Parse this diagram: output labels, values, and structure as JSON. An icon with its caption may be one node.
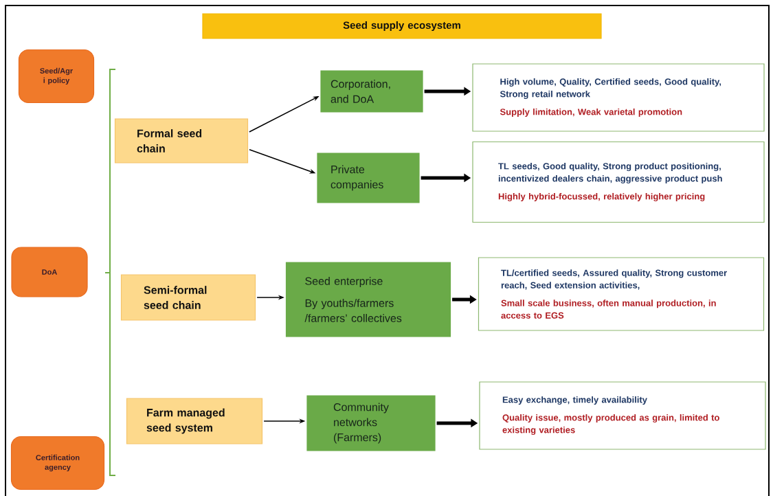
{
  "diagram": {
    "nodes": [
      {
        "text": [
          "Seed supply ecosystem"
        ]
      },
      {
        "text": [
          "Seed/Agr i policy"
        ]
      },
      {
        "text": [
          "DoA"
        ]
      },
      {
        "text": [
          "Certification agency"
        ]
      },
      {
        "text": [
          "Formal seed chain"
        ]
      },
      {
        "text": [
          "Corporation, and DoA"
        ]
      },
      {
        "text": [
          "Private companies"
        ]
      },
      {
        "text": [
          "High volume, Quality, Certified seeds, Good quality, Strong retail network",
          "Supply limitation, Weak varietal promotion"
        ]
      },
      {
        "text": [
          "TL seeds, Good quality, Strong product positioning, incentivized dealers chain, aggressive product push",
          "Highly hybrid-focussed, relatively higher pricing"
        ]
      },
      {
        "text": [
          "Semi-formal seed chain"
        ]
      },
      {
        "text": [
          "Seed enterprise",
          "By youths/farmers /farmers’ collectives"
        ]
      },
      {
        "text": [
          "TL/certified seeds, Assured quality, Strong customer reach, Seed extension activities,",
          "Small scale business, often manual production, in access to EGS"
        ]
      },
      {
        "text": [
          "Farm managed seed system"
        ]
      },
      {
        "text": [
          "Community networks (Farmers)"
        ]
      },
      {
        "text": [
          "Easy exchange, timely availability",
          "Quality issue, mostly produced as grain, limited to existing varieties"
        ]
      }
    ],
    "edges": [
      {
        "from": 4,
        "to": 5,
        "arrow": "to"
      },
      {
        "from": 4,
        "to": 6,
        "arrow": "to"
      },
      {
        "from": 5,
        "to": 7,
        "arrow": "to",
        "style": "thick"
      },
      {
        "from": 6,
        "to": 8,
        "arrow": "to",
        "style": "thick"
      },
      {
        "from": 9,
        "to": 10,
        "arrow": "to"
      },
      {
        "from": 10,
        "to": 11,
        "arrow": "to",
        "style": "thick"
      },
      {
        "from": 12,
        "to": 13,
        "arrow": "to"
      },
      {
        "from": 13,
        "to": 14,
        "arrow": "to",
        "style": "thick"
      }
    ]
  }
}
